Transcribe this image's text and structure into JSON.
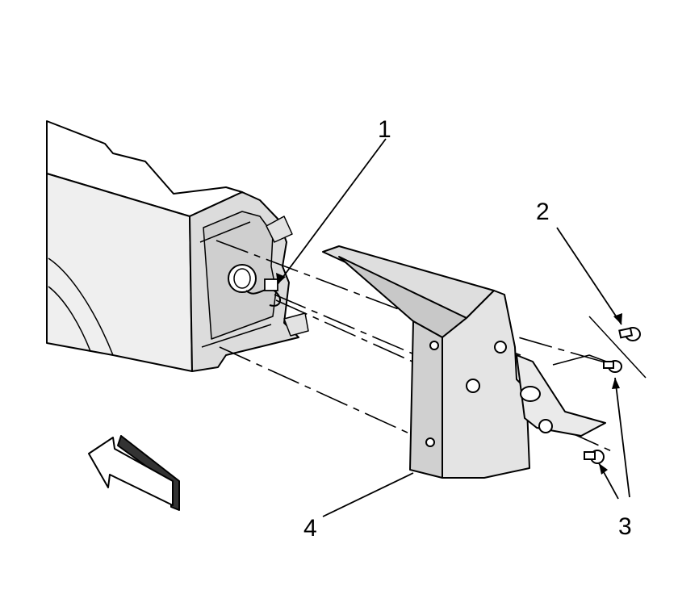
{
  "callouts": [
    {
      "id": "1",
      "label": "1"
    },
    {
      "id": "2",
      "label": "2"
    },
    {
      "id": "3",
      "label": "3"
    },
    {
      "id": "4",
      "label": "4"
    }
  ],
  "colors": {
    "line": "#000000",
    "background": "#ffffff",
    "part_light": "#ececec",
    "part_mid": "#d8d8d8",
    "part_dark": "#c4c4c4",
    "arrow_dark": "#333333"
  }
}
